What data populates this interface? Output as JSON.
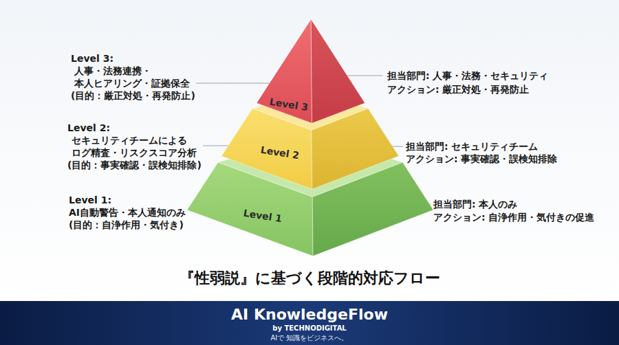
{
  "diagram": {
    "title": "『性弱説』に基づく段階的対応フロー",
    "nodes": [
      {
        "text": [
          "Level 3"
        ]
      },
      {
        "text": [
          "Level 2"
        ]
      },
      {
        "text": [
          "Level 1"
        ]
      }
    ],
    "labels": [
      "Level 3:",
      "人事・法務連携・ 本人ヒアリング・証拠保全",
      "(目的：厳正対処・再発防止)",
      "担当部門: 人事・法務・セキュリティ",
      "アクション: 厳正対処・再発防止",
      "Level 2:",
      "セキュリティチームによる ログ精査・リスクスコア分析",
      "(目的：事実確認・誤検知排除)",
      "担当部門: セキュリティチーム",
      "アクション: 事実確認・誤検知排除",
      "Level 1:",
      "AI自動警告・本人通知のみ",
      "(目的：自浄作用・気付き)",
      "担当部門: 本人のみ",
      "アクション: 自浄作用・気付きの促進",
      "AI KnowledgeFlow",
      "by TECHNODIGITAL",
      "AIで 知識をビジネスへ。"
    ]
  }
}
